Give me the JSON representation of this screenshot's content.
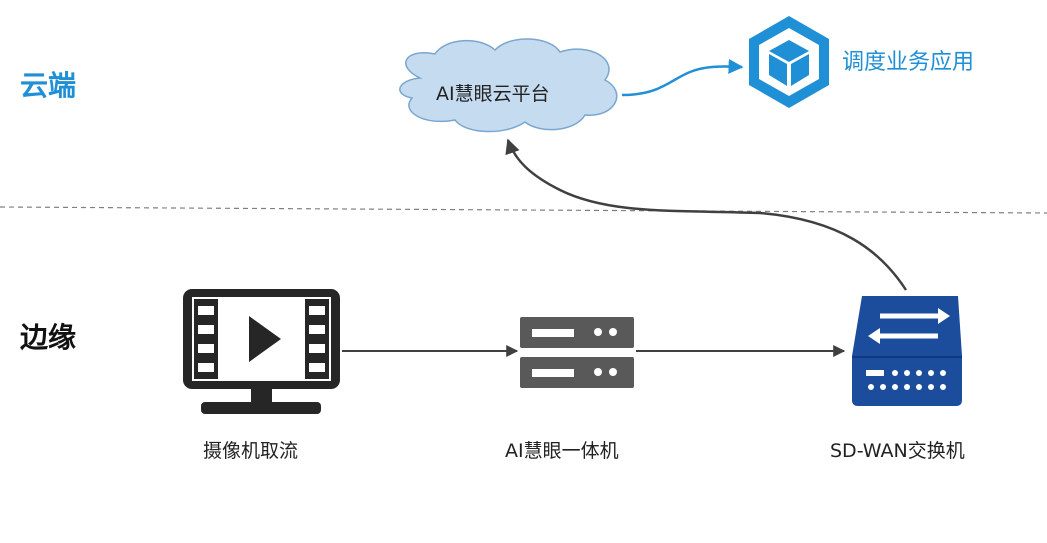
{
  "zones": {
    "cloud_label": "云端",
    "edge_label": "边缘"
  },
  "nodes": {
    "platform": {
      "label": "AI慧眼云平台",
      "icon": "cloud-shape"
    },
    "dispatch_app": {
      "label": "调度业务应用",
      "icon": "cube-hexagon-icon"
    },
    "camera": {
      "label": "摄像机取流",
      "icon": "video-monitor-icon"
    },
    "ai_box": {
      "label": "AI慧眼一体机",
      "icon": "server-icon"
    },
    "switch": {
      "label": "SD-WAN交换机",
      "icon": "network-switch-icon"
    }
  },
  "colors": {
    "accent_blue": "#1f8fd6",
    "cloud_fill": "#c5dcf0",
    "cloud_stroke": "#7aa6cf",
    "switch_blue": "#1b4d9c",
    "server_gray": "#595959",
    "monitor_black": "#262626",
    "connector": "#404040",
    "divider": "#808080"
  }
}
